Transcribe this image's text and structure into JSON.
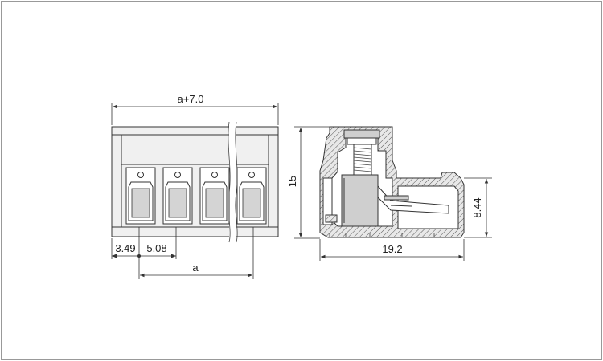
{
  "drawing": {
    "front_view": {
      "overall_width_label": "a+7.0",
      "edge_offset_label": "3.49",
      "pitch_label": "5.08",
      "span_label": "a",
      "slot_count": 4
    },
    "side_view": {
      "height_label": "15",
      "depth_label": "19.2",
      "pin_height_label": "8.44"
    }
  }
}
